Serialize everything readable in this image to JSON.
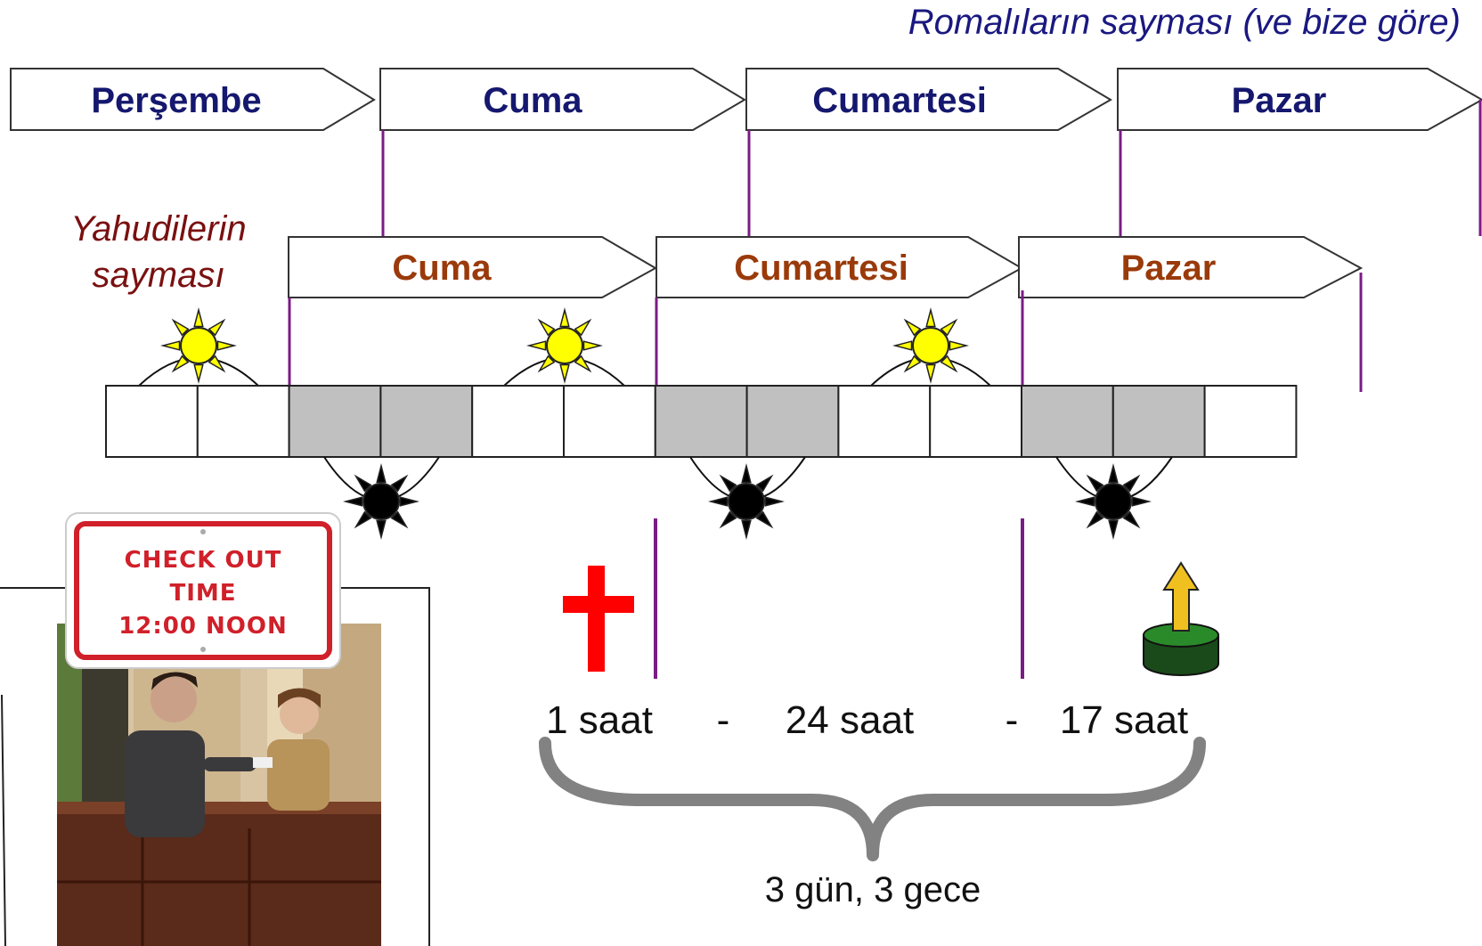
{
  "roman": {
    "caption": "Romalıların sayması (ve bize göre)",
    "days": [
      "Perşembe",
      "Cuma",
      "Cumartesi",
      "Pazar"
    ]
  },
  "jewish": {
    "caption_line1": "Yahudilerin",
    "caption_line2": "sayması",
    "days": [
      "Cuma",
      "Cumartesi",
      "Pazar"
    ]
  },
  "timeline": {
    "segments": [
      "day",
      "day",
      "night",
      "night",
      "day",
      "day",
      "night",
      "night",
      "day",
      "day",
      "night",
      "night",
      "day"
    ]
  },
  "durations": {
    "first": "1 saat",
    "sep1": "-",
    "second": "24 saat",
    "sep2": "-",
    "third": "17 saat",
    "summary": "3 gün, 3 gece"
  },
  "sign": {
    "line1": "CHECK OUT",
    "line2": "TIME",
    "line3": "12:00 NOON"
  },
  "colors": {
    "roman_text": "#15186e",
    "jewish_text": "#9a3a0a",
    "divider": "#7b1c86",
    "night_cell": "#c0c0c0",
    "cross": "#ff0000",
    "sun": "#ffff00",
    "arrow": "#f0c020",
    "tomb": "#1e6b1e",
    "brace": "#808080"
  },
  "icons": [
    "sun-icon",
    "dark-sun-icon",
    "cross-icon",
    "rising-arrow-icon",
    "tomb-stone-icon"
  ]
}
